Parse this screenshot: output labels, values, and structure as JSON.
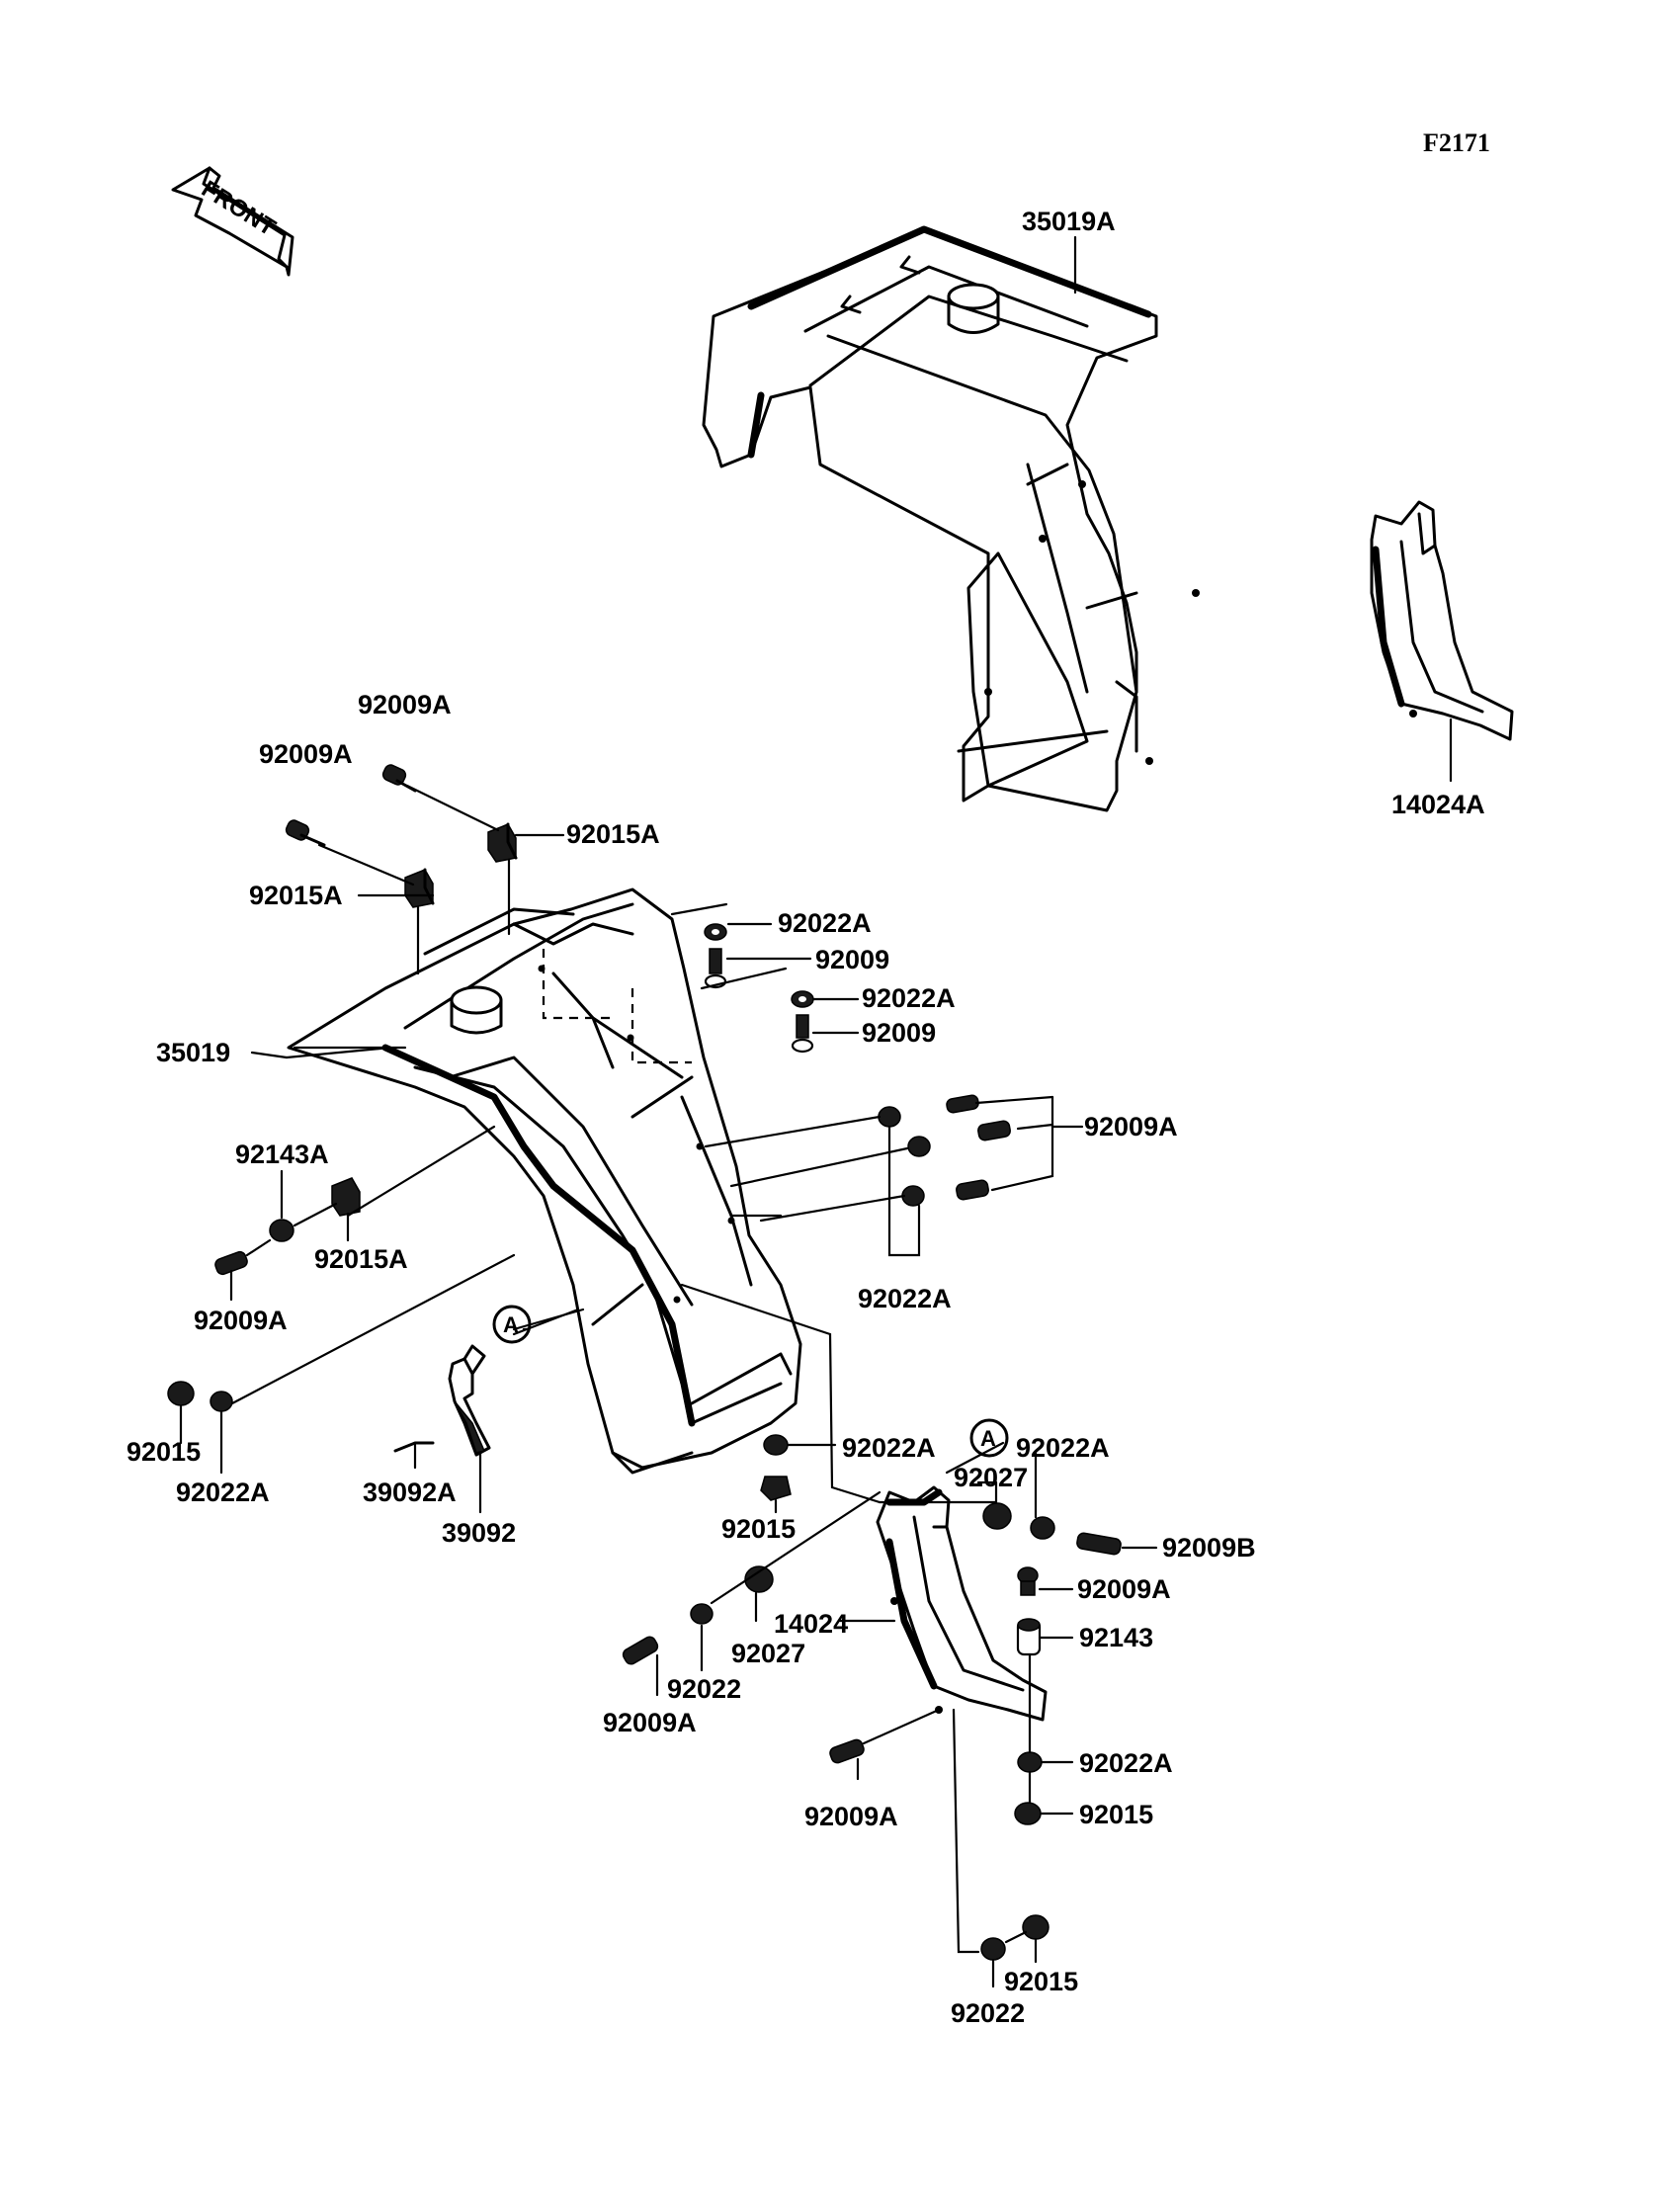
{
  "diagram": {
    "code": "F2171",
    "direction_label": "FRONT",
    "callout": "A",
    "parts": [
      {
        "id": "35019A"
      },
      {
        "id": "14024A"
      },
      {
        "id": "92009A"
      },
      {
        "id": "92009A"
      },
      {
        "id": "92015A"
      },
      {
        "id": "92015A"
      },
      {
        "id": "92022A"
      },
      {
        "id": "92009"
      },
      {
        "id": "92022A"
      },
      {
        "id": "92009"
      },
      {
        "id": "35019"
      },
      {
        "id": "92009A"
      },
      {
        "id": "92143A"
      },
      {
        "id": "92015A"
      },
      {
        "id": "92022A"
      },
      {
        "id": "92009A"
      },
      {
        "id": "92015"
      },
      {
        "id": "92022A"
      },
      {
        "id": "39092A"
      },
      {
        "id": "39092"
      },
      {
        "id": "92022A"
      },
      {
        "id": "92015"
      },
      {
        "id": "92022A"
      },
      {
        "id": "92027"
      },
      {
        "id": "92009B"
      },
      {
        "id": "92009A"
      },
      {
        "id": "92143"
      },
      {
        "id": "14024"
      },
      {
        "id": "92027"
      },
      {
        "id": "92022"
      },
      {
        "id": "92009A"
      },
      {
        "id": "92022A"
      },
      {
        "id": "92015"
      },
      {
        "id": "92009A"
      },
      {
        "id": "92015"
      },
      {
        "id": "92022"
      }
    ]
  }
}
